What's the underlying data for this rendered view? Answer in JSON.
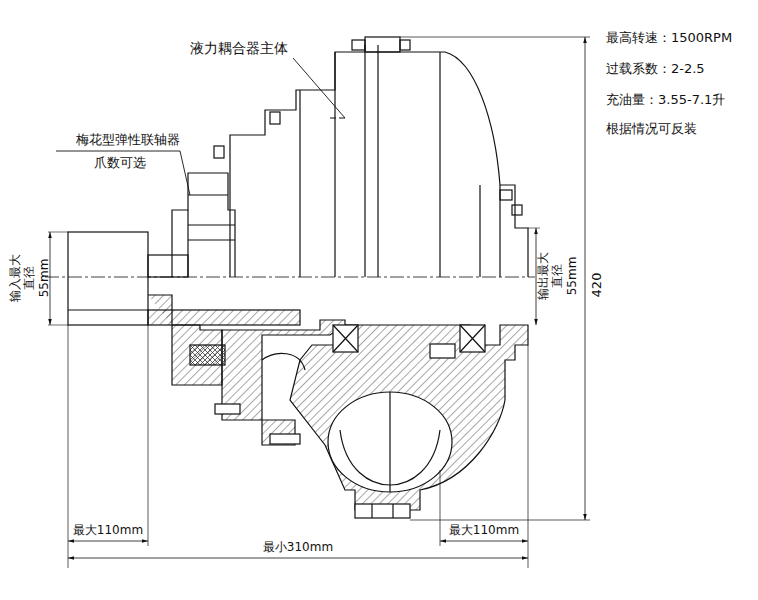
{
  "diagram": {
    "labels": [
      "液力耦合器主体",
      "梅花型弹性联轴器",
      "爪数可选",
      "最高转速：1500RPM",
      "过载系数：2-2.5",
      "充油量：3.55-7.1升",
      "根据情况可反装",
      "输入最大 直径55mm",
      "输出最大 直径55mm",
      "420",
      "最大110mm",
      "最小310mm",
      "最大110mm"
    ]
  }
}
